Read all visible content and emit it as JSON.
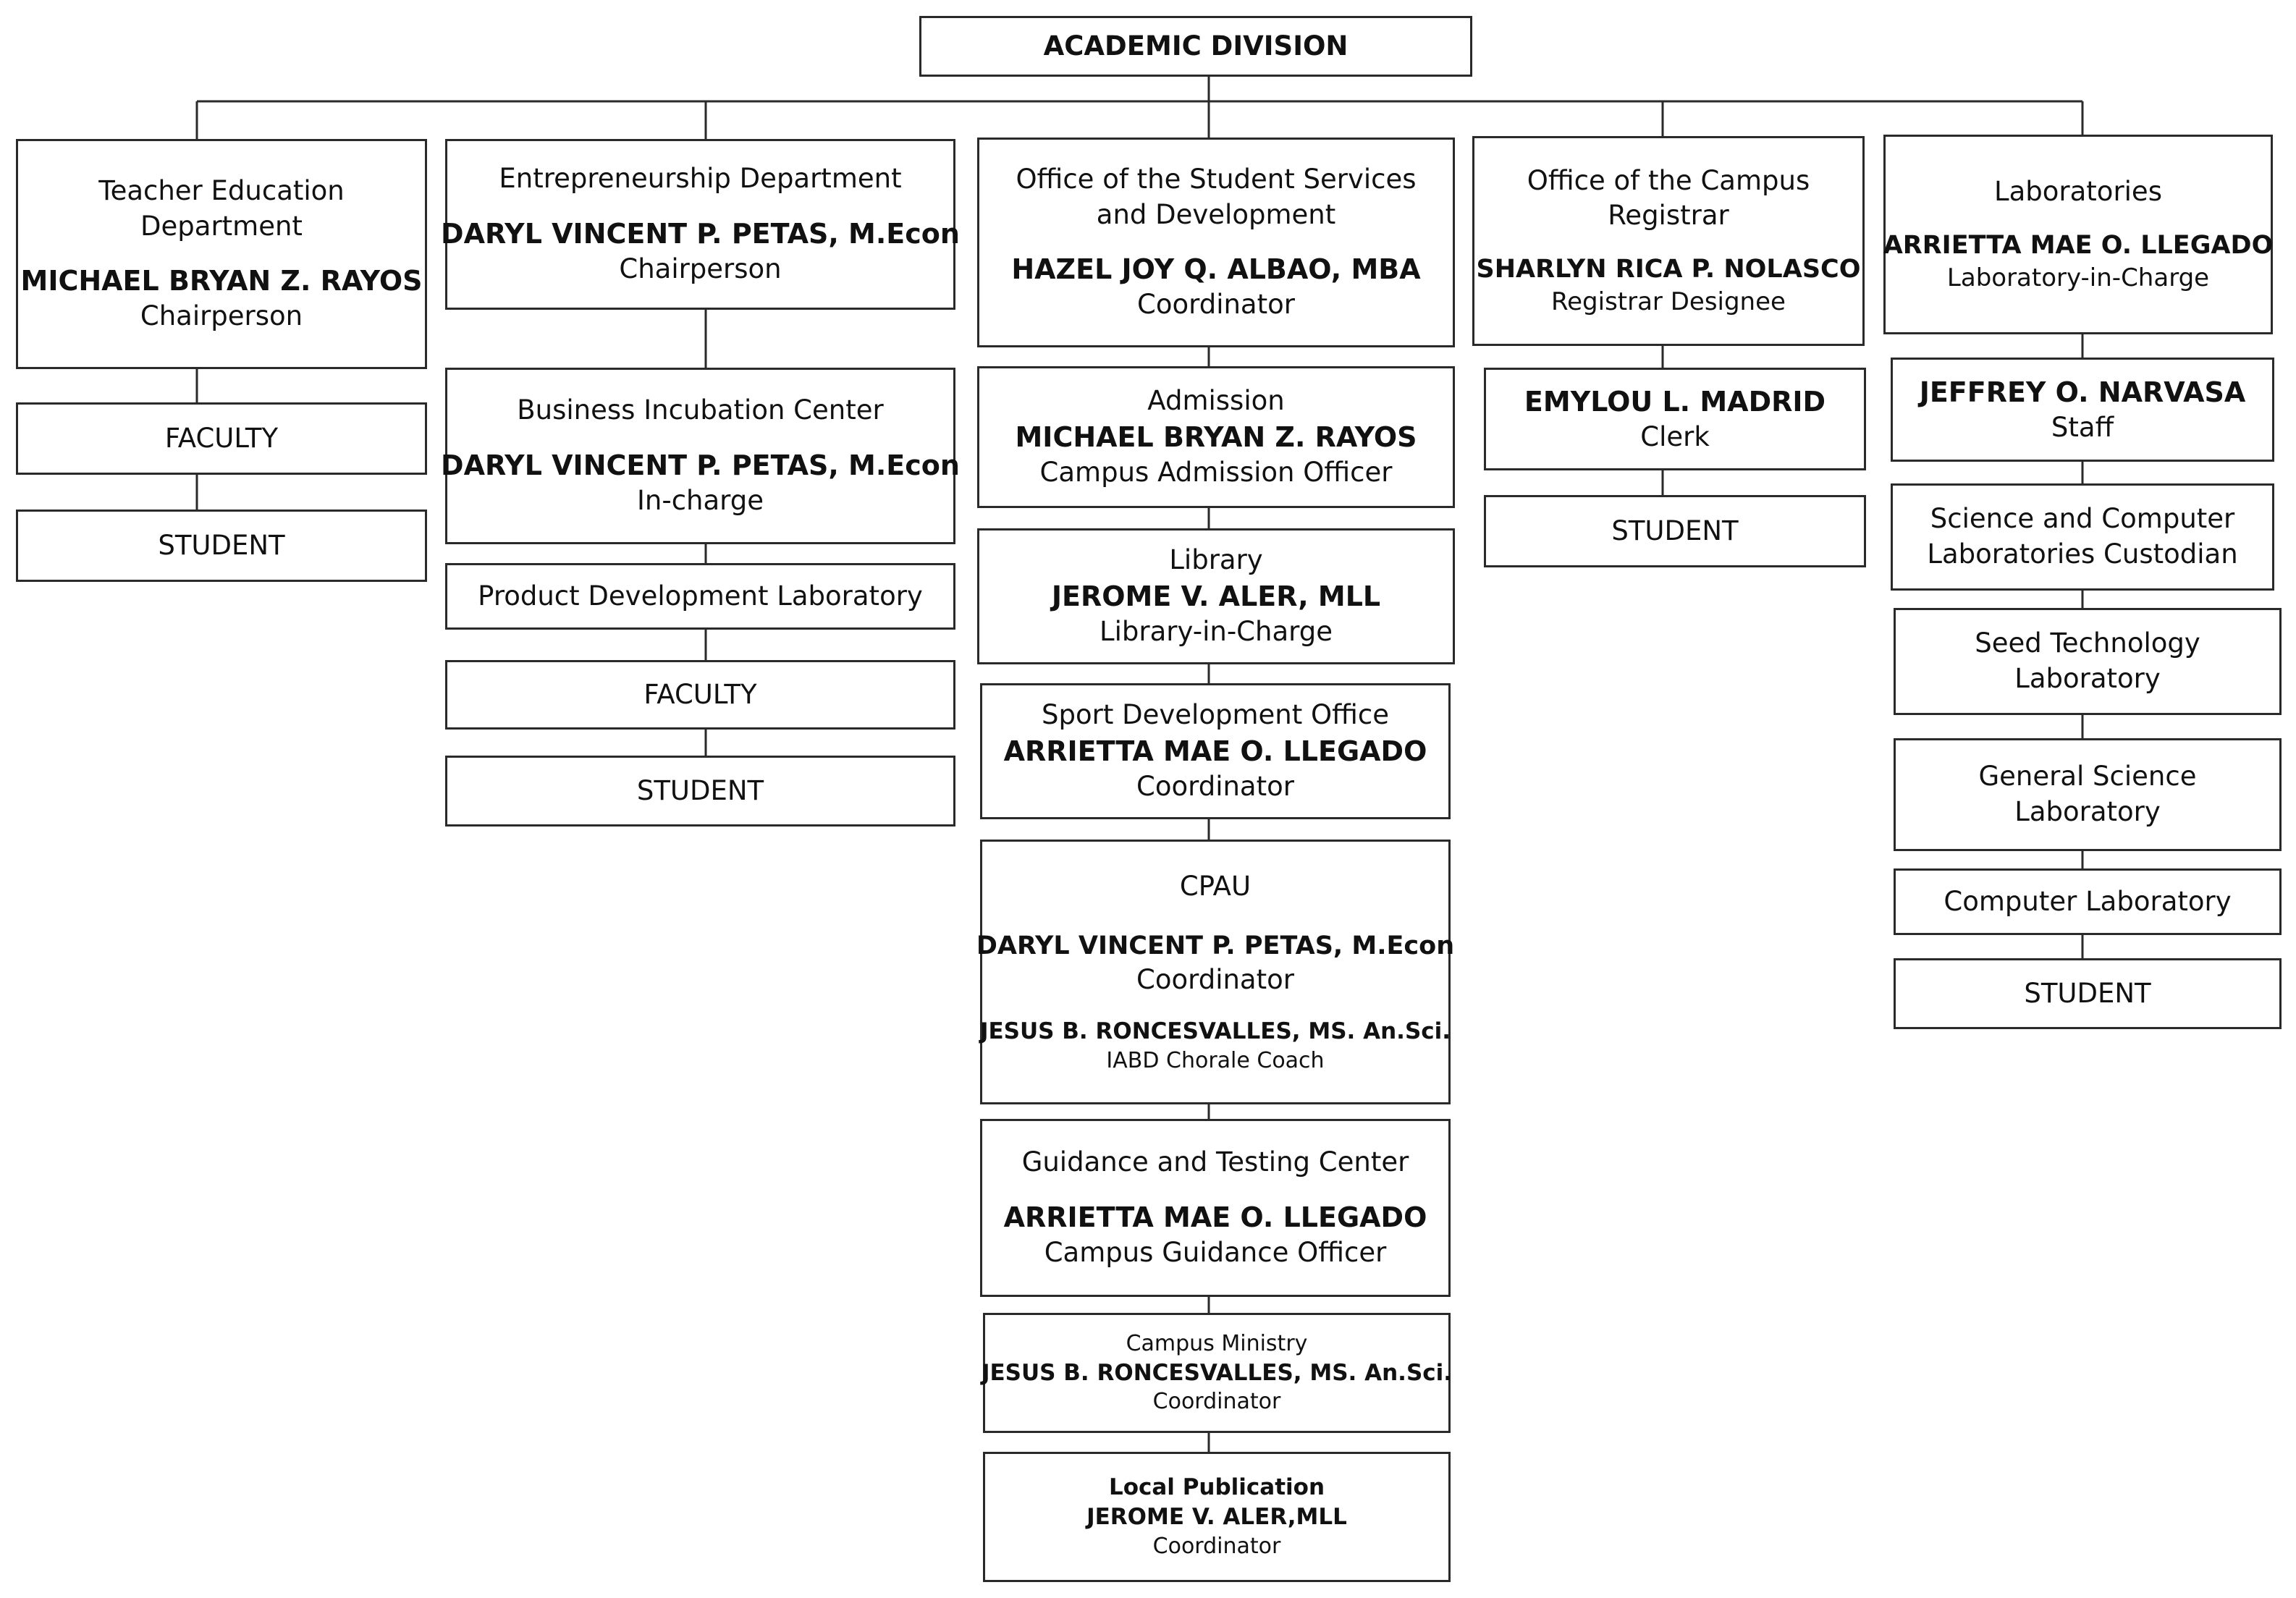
{
  "top": "ACADEMIC DIVISION",
  "teacher_ed": {
    "title_1": "Teacher Education",
    "title_2": "Department",
    "name": "MICHAEL BRYAN Z. RAYOS",
    "role": "Chairperson",
    "faculty": "FACULTY",
    "student": "STUDENT"
  },
  "entrepreneurship": {
    "title": "Entrepreneurship Department",
    "name": "DARYL VINCENT P. PETAS, M.Econ",
    "role": "Chairperson",
    "incubation": {
      "title": "Business Incubation Center",
      "name": "DARYL VINCENT P. PETAS, M.Econ",
      "role": "In-charge"
    },
    "product_dev": "Product Development Laboratory",
    "faculty": "FACULTY",
    "student": "STUDENT"
  },
  "ossd": {
    "title_1": "Office of the Student Services",
    "title_2": "and Development",
    "name": "HAZEL JOY Q. ALBAO, MBA",
    "role": "Coordinator",
    "admission": {
      "title": "Admission",
      "name": "MICHAEL BRYAN Z. RAYOS",
      "role": "Campus Admission Officer"
    },
    "library": {
      "title": "Library",
      "name": "JEROME V. ALER, MLL",
      "role": "Library-in-Charge"
    },
    "sport": {
      "title": "Sport Development Office",
      "name": "ARRIETTA MAE O. LLEGADO",
      "role": "Coordinator"
    },
    "cpau": {
      "title": "CPAU",
      "name": "DARYL VINCENT P. PETAS, M.Econ",
      "role": "Coordinator",
      "name_2": "JESUS B. RONCESVALLES, MS. An.Sci.",
      "role_2": "IABD Chorale Coach"
    },
    "guidance": {
      "title": "Guidance and Testing Center",
      "name": "ARRIETTA MAE O. LLEGADO",
      "role": "Campus Guidance Officer"
    },
    "ministry": {
      "title": "Campus Ministry",
      "name": "JESUS B. RONCESVALLES, MS. An.Sci.",
      "role": "Coordinator"
    },
    "publication": {
      "title": "Local Publication",
      "name": "JEROME V. ALER,MLL",
      "role": "Coordinator"
    }
  },
  "registrar": {
    "title_1": "Office of the Campus",
    "title_2": "Registrar",
    "name": "SHARLYN RICA P. NOLASCO",
    "role": "Registrar Designee",
    "clerk": {
      "name": "EMYLOU L. MADRID",
      "role": "Clerk"
    },
    "student": "STUDENT"
  },
  "labs": {
    "title": "Laboratories",
    "name": "ARRIETTA MAE O. LLEGADO",
    "role": "Laboratory-in-Charge",
    "staff": {
      "name": "JEFFREY O. NARVASA",
      "role": "Staff"
    },
    "custodian_1": "Science and Computer",
    "custodian_2": "Laboratories Custodian",
    "seed_1": "Seed Technology",
    "seed_2": "Laboratory",
    "gensci_1": "General Science",
    "gensci_2": "Laboratory",
    "computer": "Computer Laboratory",
    "student": "STUDENT"
  },
  "colors": {
    "border": "#2a2a2a",
    "line": "#2a2a2a",
    "background": "#ffffff",
    "text": "#111111"
  }
}
